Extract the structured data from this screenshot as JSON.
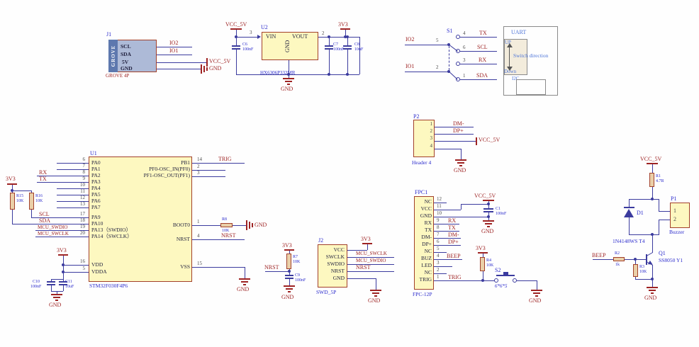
{
  "palette": {
    "wire": "#3b3b9e",
    "red": "#9e2323",
    "blue": "#2b2bcc",
    "pin_num": "#4a4a4a",
    "ink": "#1f1f3d",
    "ic_fill": "#fdf8c0",
    "ic_border": "#a2402a",
    "res_fill": "#eacfa8",
    "grove_strip": "#5d78ae",
    "grove_fill": "#adbad7",
    "dir_text": "#4d74d8",
    "dir_fill": "#f3ecdc",
    "dir_border": "#8a8a8a"
  },
  "j1": {
    "ref": "J1",
    "vertical": "GROVE",
    "pin_scl": "SCL",
    "pin_sda": "SDA",
    "pin_5v": "5V",
    "pin_gnd": "GND",
    "footprint": "GROVE 4P",
    "net_io2": "IO2",
    "net_io1": "IO1",
    "net_vcc": "VCC_5V",
    "net_gnd": "GND"
  },
  "u2": {
    "ref": "U2",
    "part": "HX6306P332MR",
    "pin_vin": "VIN",
    "pin_gnd": "GND",
    "pin_vout": "VOUT",
    "num_vin": "3",
    "num_vout": "2",
    "net_in": "VCC_5V",
    "net_out": "3V3",
    "net_gnd": "GND",
    "c6_ref": "C6",
    "c6_val": "100nF",
    "c7_ref": "C7",
    "c7_val": "100nF",
    "c8_ref": "C8",
    "c8_val": "10uF"
  },
  "s1": {
    "ref": "S1",
    "net_io2": "IO2",
    "net_io1": "IO1",
    "num_5": "5",
    "num_4": "4",
    "num_6": "6",
    "num_2": "2",
    "num_3": "3",
    "num_1": "1",
    "net_tx": "TX",
    "net_scl": "SCL",
    "net_rx": "RX",
    "net_sda": "SDA"
  },
  "dirbox": {
    "uart": "UART",
    "up": "UP",
    "caption": "Switch direction",
    "down": "Down",
    "i2c": "I2C"
  },
  "p2": {
    "ref": "P2",
    "part": "Header 4",
    "n1": "1",
    "n2": "2",
    "n3": "3",
    "n4": "4",
    "net_dm": "DM-",
    "net_dp": "DP+",
    "net_vcc": "VCC_5V",
    "net_gnd": "GND"
  },
  "u1": {
    "ref": "U1",
    "part": "STM32F030F4P6",
    "lp": [
      {
        "n": "6",
        "name": "PA0"
      },
      {
        "n": "7",
        "name": "PA1"
      },
      {
        "n": "8",
        "name": "PA2"
      },
      {
        "n": "9",
        "name": "PA3"
      },
      {
        "n": "10",
        "name": "PA4"
      },
      {
        "n": "11",
        "name": "PA5"
      },
      {
        "n": "12",
        "name": "PA6"
      },
      {
        "n": "13",
        "name": "PA7"
      },
      {
        "n": "17",
        "name": "PA9"
      },
      {
        "n": "18",
        "name": "PA10"
      },
      {
        "n": "19",
        "name": "PA13（SWDIO）"
      },
      {
        "n": "20",
        "name": "PA14（SWCLK）"
      }
    ],
    "vdd_n": "16",
    "vdd": "VDD",
    "vdda_n": "5",
    "vdda": "VDDA",
    "pb1_n": "14",
    "pb1": "PB1",
    "pf0_n": "2",
    "pf0": "PF0-OSC_IN(PF0)",
    "pf1_n": "3",
    "pf1": "PF1-OSC_OUT(PF1)",
    "boot0_n": "1",
    "boot0": "BOOT0",
    "nrst_n": "4",
    "nrst": "NRST",
    "vss_n": "15",
    "vss": "VSS",
    "net_rx": "RX",
    "net_tx": "TX",
    "net_scl": "SCL",
    "net_sda": "SDA",
    "net_swdio": "MCU_SWDIO",
    "net_swclk": "MCU_SWCLK",
    "net_trig": "TRIG",
    "net_nrst": "NRST",
    "v33": "3V3",
    "v33_pwr": "3V3",
    "gnd": "GND",
    "gnd_vss": "GND",
    "gnd_boot": "GND",
    "r15_ref": "R15",
    "r15_val": "10K",
    "r16_ref": "R16",
    "r16_val": "10K",
    "r8_ref": "R8",
    "r8_val": "10K",
    "c10_ref": "C10",
    "c10_val": "100nF",
    "c11_ref": "C11",
    "c11_val": "10uF"
  },
  "nrst": {
    "v33": "3V3",
    "r7_ref": "R7",
    "r7_val": "10K",
    "net": "NRST",
    "c9_ref": "C9",
    "c9_val": "100nF",
    "gnd": "GND"
  },
  "j2": {
    "ref": "J2",
    "part": "SWD_5P",
    "p_vcc": "VCC",
    "p_swclk": "SWCLK",
    "p_swdio": "SWDIO",
    "p_nrst": "NRST",
    "p_gnd": "GND",
    "v33": "3V3",
    "net_swclk": "MCU_SWCLK",
    "net_swdio": "MCU_SWDIO",
    "net_nrst": "NRST",
    "gnd": "GND"
  },
  "fpc": {
    "ref": "FPC1",
    "part": "FPC-12P",
    "vcc": "VCC_5V",
    "gnd": "GND",
    "gnd_c1": "GND",
    "c1_ref": "C1",
    "c1_val": "100nF",
    "pins": [
      {
        "n": "12",
        "name": "NC"
      },
      {
        "n": "11",
        "name": "VCC"
      },
      {
        "n": "10",
        "name": "GND"
      },
      {
        "n": "9",
        "name": "RX",
        "net": "RX"
      },
      {
        "n": "8",
        "name": "TX",
        "net": "TX"
      },
      {
        "n": "7",
        "name": "DM-",
        "net": "DM-"
      },
      {
        "n": "6",
        "name": "DP+",
        "net": "DP+"
      },
      {
        "n": "5",
        "name": "NC"
      },
      {
        "n": "4",
        "name": "BUZ",
        "net": "BEEP"
      },
      {
        "n": "3",
        "name": "LED"
      },
      {
        "n": "2",
        "name": "NC"
      },
      {
        "n": "1",
        "name": "TRIG",
        "net": "TRIG"
      }
    ]
  },
  "s2": {
    "ref": "S2",
    "size": "6*6*5",
    "v33": "3V3",
    "r4_ref": "R4",
    "r4_val": "10K",
    "gnd": "GND"
  },
  "buz": {
    "vcc": "VCC_5V",
    "gnd": "GND",
    "net_beep": "BEEP",
    "r1_ref": "R1",
    "r1_val": "4.7R",
    "r2_ref": "R2",
    "r2_val": "1k",
    "r3_ref": "R3",
    "r3_val": "10K",
    "d1_ref": "D1",
    "d1_part": "1N4148WS T4",
    "q1_ref": "Q1",
    "q1_part": "SS8050 Y1",
    "p1_ref": "P1",
    "p1_part": "Buzzer",
    "p1_n1": "1",
    "p1_n2": "2"
  }
}
